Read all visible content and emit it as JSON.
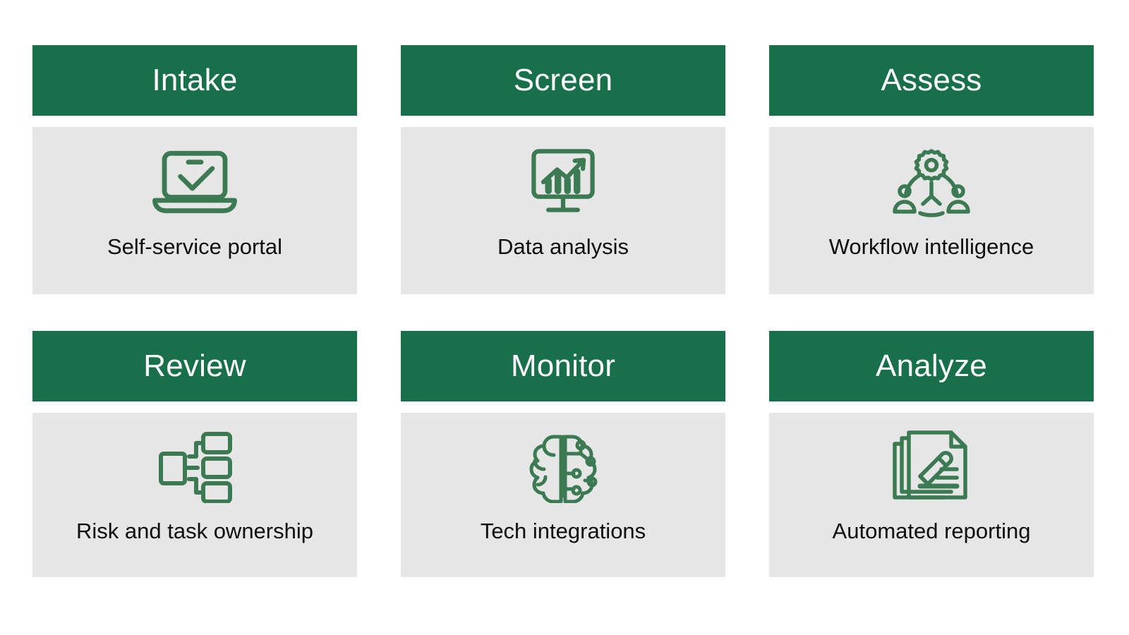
{
  "theme": {
    "page_background": "#FFFFFF",
    "header_green": "#17704A",
    "body_gray": "#E6E6E6",
    "icon_green": "#3B7A52",
    "header_text_color": "#FFFFFF",
    "caption_text_color": "#0D0D0D"
  },
  "cards": [
    {
      "title": "Intake",
      "caption": "Self-service portal",
      "icon_name": "laptop-check-icon"
    },
    {
      "title": "Screen",
      "caption": "Data analysis",
      "icon_name": "monitor-chart-growth-icon"
    },
    {
      "title": "Assess",
      "caption": "Workflow intelligence",
      "icon_name": "gear-people-network-icon"
    },
    {
      "title": "Review",
      "caption": "Risk and task ownership",
      "icon_name": "org-chart-hierarchy-icon"
    },
    {
      "title": "Monitor",
      "caption": "Tech integrations",
      "icon_name": "brain-circuit-icon"
    },
    {
      "title": "Analyze",
      "caption": "Automated reporting",
      "icon_name": "documents-pencil-icon"
    }
  ]
}
